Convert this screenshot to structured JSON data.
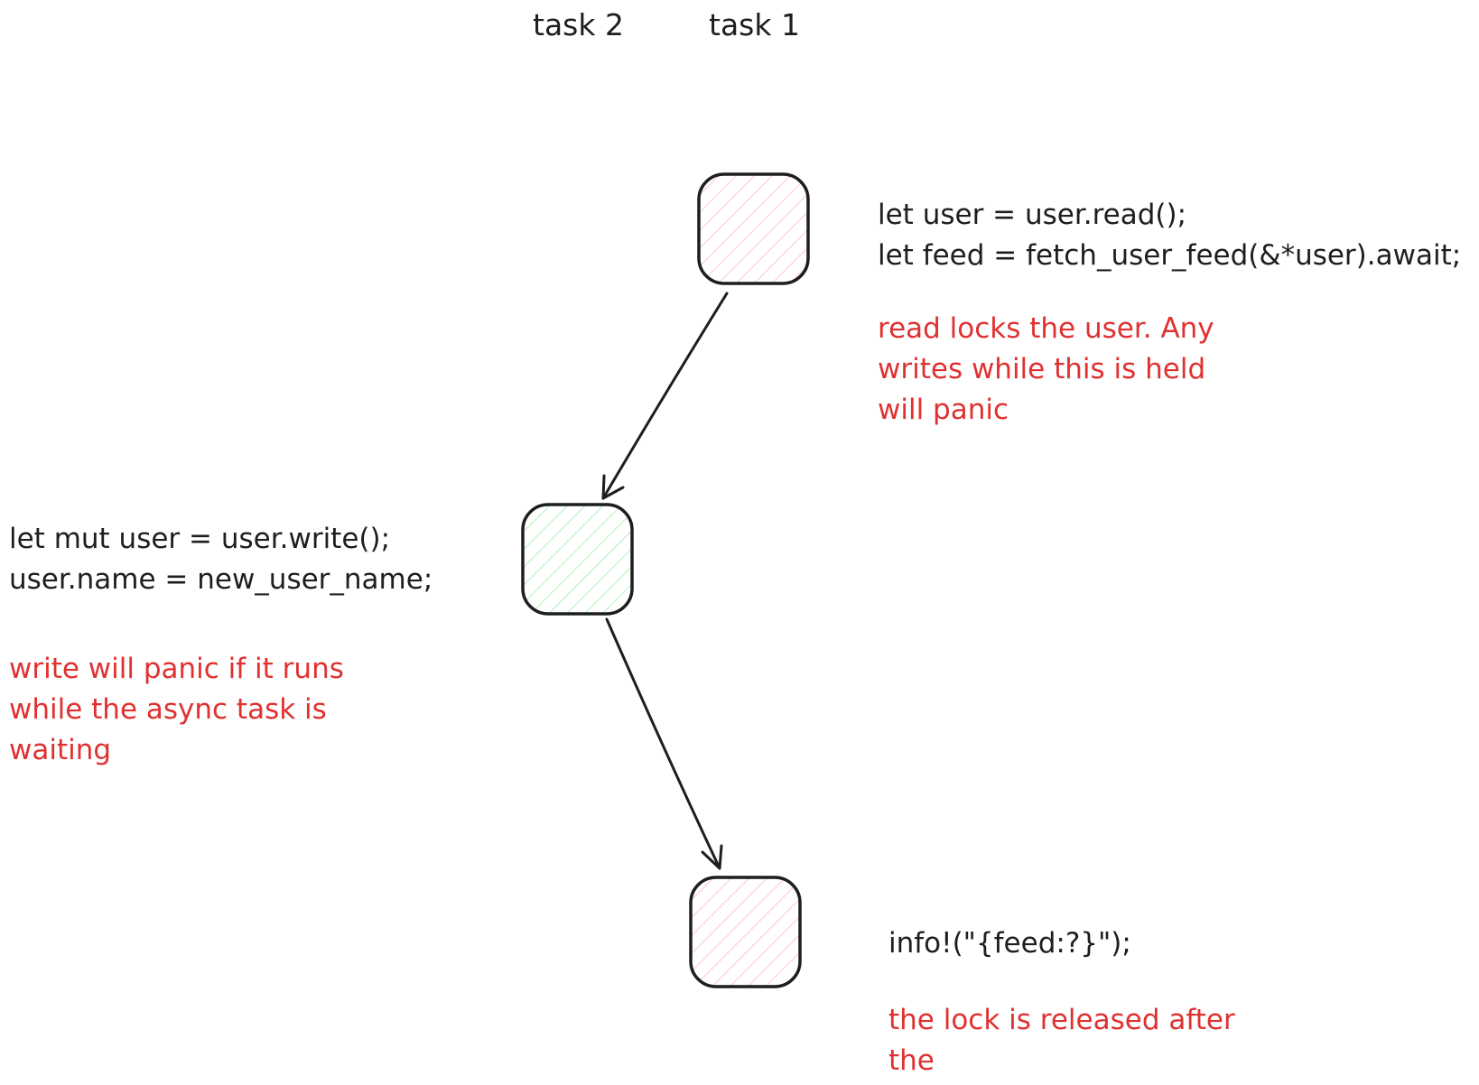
{
  "headers": {
    "task2": "task 2",
    "task1": "task 1"
  },
  "step1": {
    "code": [
      "let user = user.read();",
      "let feed = fetch_user_feed(&*user).await;"
    ],
    "note": [
      "read locks the user. Any",
      "writes while this is held",
      "will panic"
    ]
  },
  "step2": {
    "code": [
      "let mut user = user.write();",
      "user.name = new_user_name;"
    ],
    "note": [
      "write will panic if it runs",
      "while the async task is",
      "waiting"
    ]
  },
  "step3": {
    "code": [
      "info!(\"{feed:?}\");"
    ],
    "note": [
      "the lock is released after",
      "the"
    ]
  },
  "colors": {
    "text": "#1e1e1e",
    "note": "#e03131",
    "stroke": "#1e1e1e",
    "locked_hatch": "#ffc9c9",
    "write_hatch": "#b2f2bb"
  }
}
